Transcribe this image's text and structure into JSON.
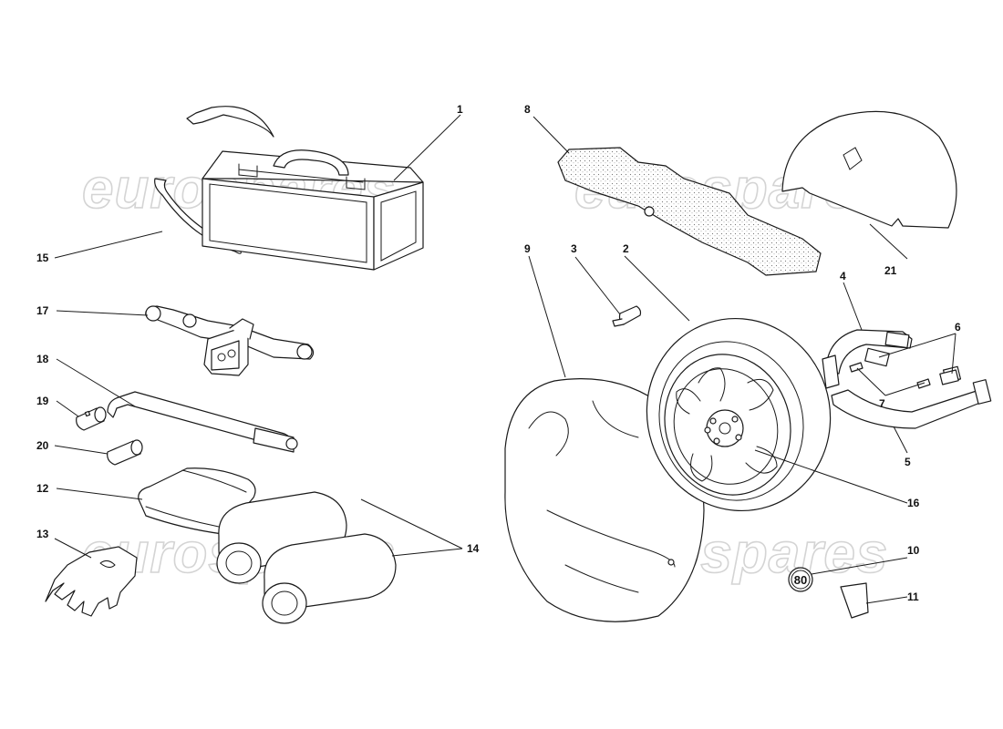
{
  "watermark": "eurospares",
  "sign_value": "80",
  "callouts": {
    "c1": "1",
    "c2": "2",
    "c3": "3",
    "c4": "4",
    "c5": "5",
    "c6": "6",
    "c7": "7",
    "c8": "8",
    "c9": "9",
    "c10": "10",
    "c11": "11",
    "c12": "12",
    "c13": "13",
    "c14": "14",
    "c15": "15",
    "c16": "16",
    "c17": "17",
    "c18": "18",
    "c19": "19",
    "c20": "20",
    "c21": "21"
  }
}
